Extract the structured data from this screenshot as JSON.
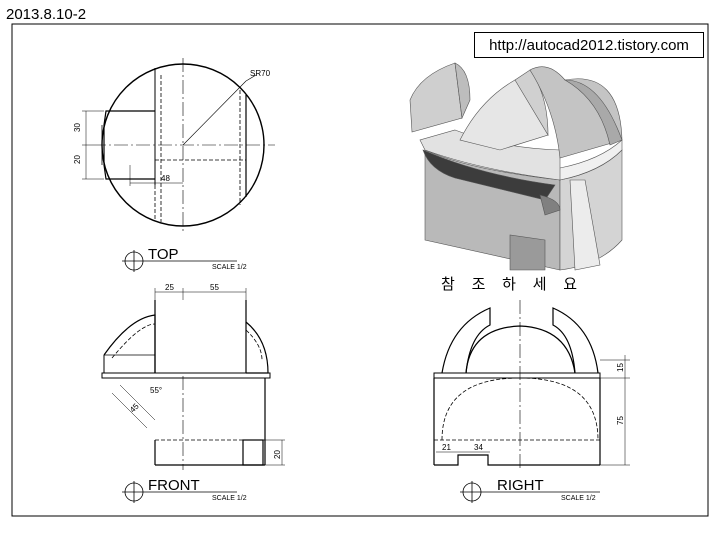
{
  "header": {
    "date_label": "2013.8.10-2",
    "url": "http://autocad2012.tistory.com"
  },
  "views": {
    "top": {
      "title": "TOP",
      "scale": "SCALE 1/2"
    },
    "front": {
      "title": "FRONT",
      "scale": "SCALE 1/2"
    },
    "right": {
      "title": "RIGHT",
      "scale": "SCALE 1/2"
    }
  },
  "note": "참 조 하 세 요",
  "dimensions": {
    "top_sr": "SR70",
    "top_30": "30",
    "top_20": "20",
    "top_48": "48",
    "front_25": "25",
    "front_55": "55",
    "front_55b": "55°",
    "front_45": "45",
    "front_20": "20",
    "right_15": "15",
    "right_75": "75",
    "right_21": "21",
    "right_34": "34"
  }
}
